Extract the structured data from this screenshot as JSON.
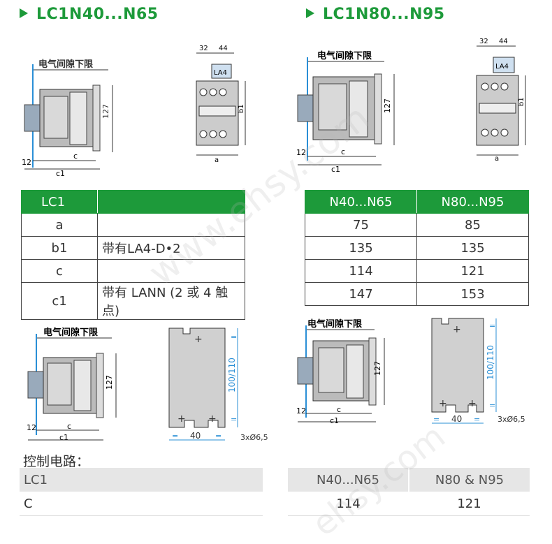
{
  "headings": {
    "left": "LC1N40...N65",
    "right": "LC1N80...N95"
  },
  "diagram_labels": {
    "clearance": "电气间隙下限",
    "dim_12": "12",
    "dim_c": "c",
    "dim_c1": "c1",
    "dim_127": "127",
    "dim_32": "32",
    "dim_44": "44",
    "la4": "LA4",
    "dim_b1": "b1",
    "dim_a": "a",
    "dim_100_110": "100/110",
    "dim_40": "40",
    "dim_eq": "=",
    "holes": "3xØ6,5"
  },
  "left_table": {
    "headers": [
      "LC1",
      ""
    ],
    "rows": [
      {
        "key": "a",
        "note": ""
      },
      {
        "key": "b1",
        "note": "带有LA4-D•2"
      },
      {
        "key": "c",
        "note": ""
      },
      {
        "key": "c1",
        "note": "带有 LANN (2 或 4 触点)"
      }
    ]
  },
  "right_table": {
    "headers": [
      "N40...N65",
      "N80...N95"
    ],
    "rows": [
      [
        "75",
        "85"
      ],
      [
        "135",
        "135"
      ],
      [
        "114",
        "121"
      ],
      [
        "147",
        "153"
      ]
    ]
  },
  "control": {
    "title": "控制电路：",
    "left_header": "LC1",
    "left_row": "C",
    "right_headers": [
      "N40...N65",
      "N80 & N95"
    ],
    "right_values": [
      "114",
      "121"
    ]
  },
  "watermarks": [
    "www.ehsy.com",
    "ehsy.com"
  ],
  "colors": {
    "green": "#1d9a3a",
    "blue": "#2a8fd6"
  }
}
